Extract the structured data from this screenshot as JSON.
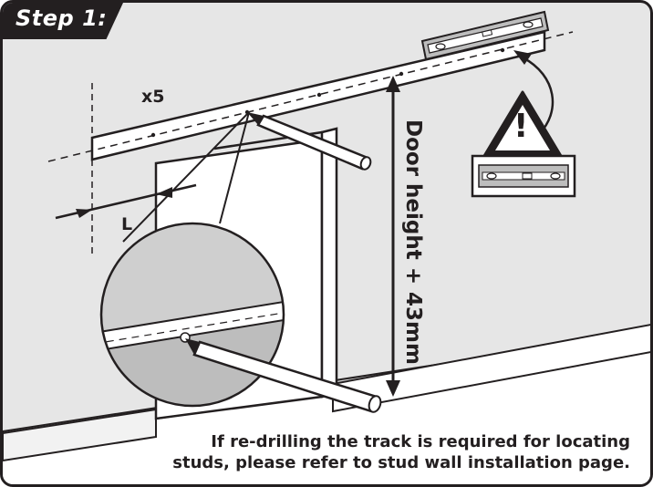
{
  "step": {
    "label": "Step 1:"
  },
  "diagram": {
    "quantity_label": "x5",
    "length_label": "L",
    "height_label": "Door height + 43mm",
    "warning_mark": "!"
  },
  "note": {
    "line1": "If re-drilling the track is required for locating",
    "line2": "studs, please refer to stud wall installation page."
  },
  "colors": {
    "ink": "#231f20",
    "wall": "#e6e6e6",
    "white": "#ffffff",
    "shadow": "#bdbdbd",
    "floor": "#cfcfcf"
  }
}
